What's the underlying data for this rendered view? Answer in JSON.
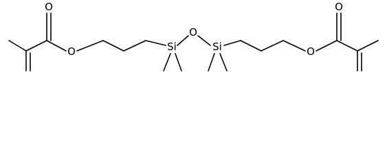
{
  "molecule": {
    "atoms": [
      {
        "id": "o_carbonyl_left",
        "label": "O"
      },
      {
        "id": "o_ester_left",
        "label": "O"
      },
      {
        "id": "si_left",
        "label": "Si"
      },
      {
        "id": "o_bridge",
        "label": "O"
      },
      {
        "id": "si_right",
        "label": "Si"
      },
      {
        "id": "o_ester_right",
        "label": "O"
      },
      {
        "id": "o_carbonyl_right",
        "label": "O"
      }
    ]
  },
  "colors": {
    "bond": "#000000",
    "text": "#000000",
    "background": "#ffffff"
  }
}
